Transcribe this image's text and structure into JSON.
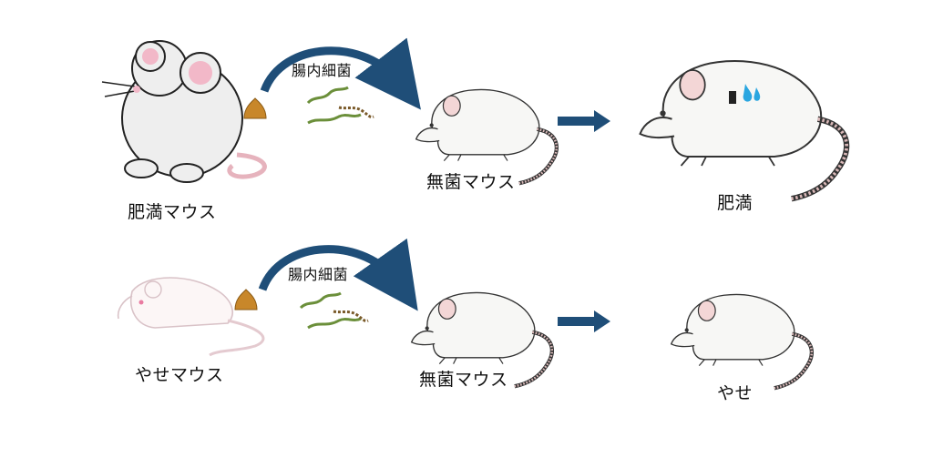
{
  "rows": [
    {
      "donor_label": "肥満マウス",
      "bacteria_label": "腸内細菌",
      "recipient_label": "無菌マウス",
      "result_label": "肥満"
    },
    {
      "donor_label": "やせマウス",
      "bacteria_label": "腸内細菌",
      "recipient_label": "無菌マウス",
      "result_label": "やせ"
    }
  ],
  "colors": {
    "arrow": "#1f4e78",
    "bacteria": "#6b8f3a",
    "feces": "#c8872a",
    "sweat": "#2aa6e0"
  }
}
